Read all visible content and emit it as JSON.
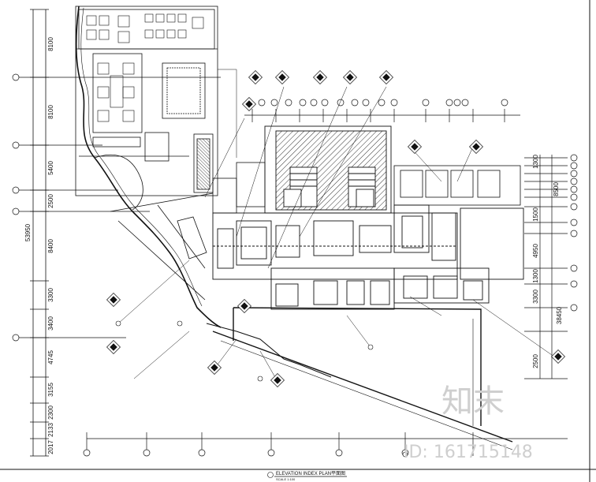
{
  "left_dimensions": [
    "8100",
    "8100",
    "5400",
    "2500",
    "8400",
    "3300",
    "3400",
    "4745",
    "3155",
    "2300",
    "2133",
    "2017"
  ],
  "overall_dimension": "53950",
  "right_dimensions": [
    "1300",
    "1500",
    "8500",
    "4950",
    "1300",
    "3300",
    "2500"
  ],
  "right_overall_dimension": "38450",
  "title": "ELEVATION INDEX PLAN",
  "title_suffix": "平面图",
  "subtitle": "SCALE 1:100",
  "watermark": {
    "logo_text": "知末",
    "id_text": "ID: 161715148"
  },
  "colors": {
    "line": "#111111",
    "hatch": "#333333",
    "watermark": "#cfcfcf"
  }
}
